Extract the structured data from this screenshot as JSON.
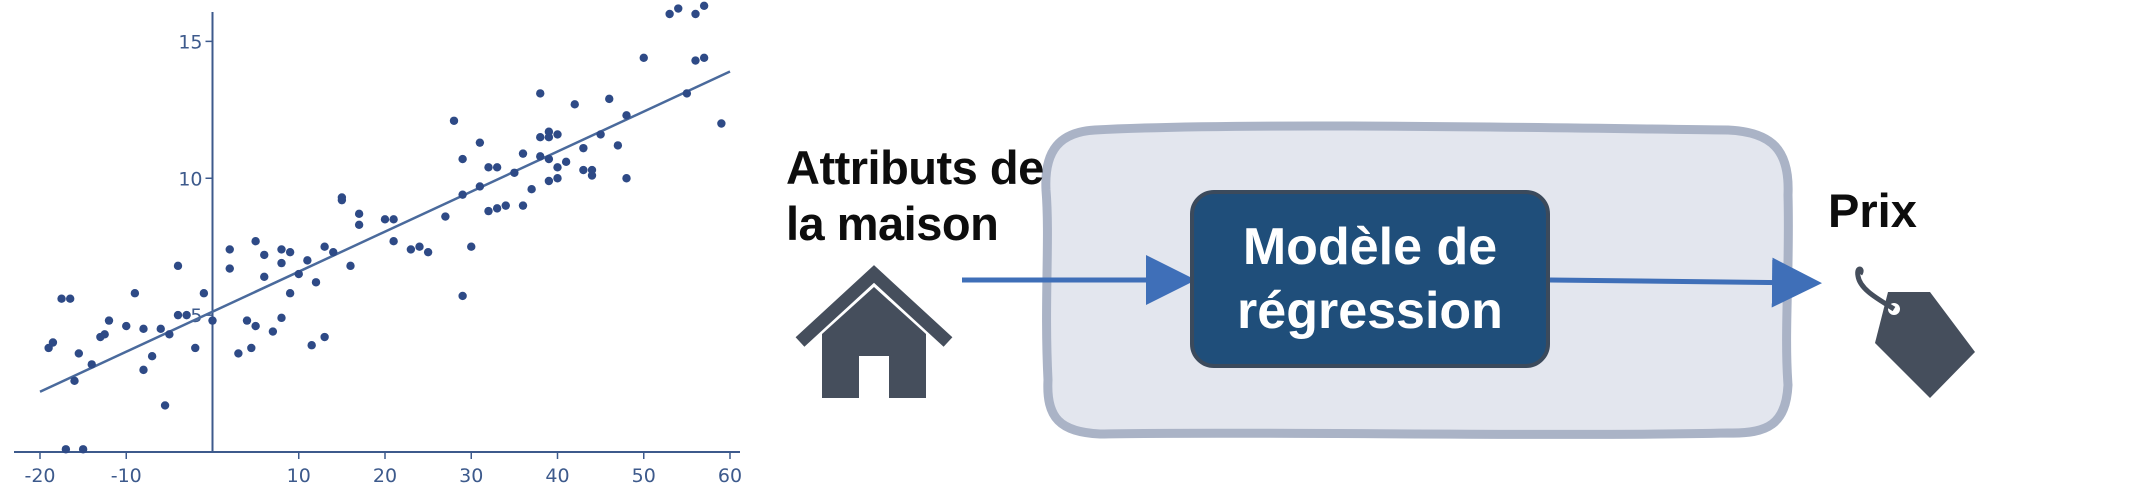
{
  "chart_data": {
    "type": "scatter",
    "xlim": [
      -20,
      60
    ],
    "ylim": [
      0,
      16
    ],
    "x_ticks": [
      "-20",
      "-10",
      "10",
      "20",
      "30",
      "40",
      "50",
      "60"
    ],
    "y_ticks": [
      "5",
      "10",
      "15"
    ],
    "grid": false,
    "point_color": "#2e4a86",
    "line_color": "#4a6a9c",
    "regression_line": {
      "x": [
        -20,
        60
      ],
      "y": [
        2.2,
        13.9
      ]
    },
    "points": [
      [
        -19,
        3.8
      ],
      [
        -18.5,
        4.0
      ],
      [
        -17.5,
        5.6
      ],
      [
        -16.5,
        5.6
      ],
      [
        -16,
        2.6
      ],
      [
        -15.5,
        3.6
      ],
      [
        -14,
        3.2
      ],
      [
        -13,
        4.2
      ],
      [
        -12.5,
        4.3
      ],
      [
        -12,
        4.8
      ],
      [
        -10,
        4.6
      ],
      [
        -9,
        5.8
      ],
      [
        -8,
        3.0
      ],
      [
        -8,
        4.5
      ],
      [
        -7,
        3.5
      ],
      [
        -6,
        4.5
      ],
      [
        -5.5,
        1.7
      ],
      [
        -5,
        4.3
      ],
      [
        -4,
        6.8
      ],
      [
        -4,
        5.0
      ],
      [
        -3,
        5.0
      ],
      [
        -2,
        3.8
      ],
      [
        -1,
        5.8
      ],
      [
        0,
        4.8
      ],
      [
        2,
        7.4
      ],
      [
        2,
        6.7
      ],
      [
        3,
        3.6
      ],
      [
        4,
        4.8
      ],
      [
        4.5,
        3.8
      ],
      [
        5,
        7.7
      ],
      [
        5,
        4.6
      ],
      [
        6,
        7.2
      ],
      [
        6,
        6.4
      ],
      [
        7,
        4.4
      ],
      [
        8,
        7.4
      ],
      [
        8,
        6.9
      ],
      [
        8,
        4.9
      ],
      [
        9,
        7.3
      ],
      [
        9,
        5.8
      ],
      [
        10,
        6.5
      ],
      [
        11,
        7.0
      ],
      [
        11.5,
        3.9
      ],
      [
        12,
        6.2
      ],
      [
        13,
        7.5
      ],
      [
        13,
        4.2
      ],
      [
        14,
        7.3
      ],
      [
        15,
        9.2
      ],
      [
        15,
        9.3
      ],
      [
        16,
        6.8
      ],
      [
        17,
        8.3
      ],
      [
        17,
        8.7
      ],
      [
        20,
        8.5
      ],
      [
        21,
        8.5
      ],
      [
        21,
        7.7
      ],
      [
        23,
        7.4
      ],
      [
        24,
        7.5
      ],
      [
        25,
        7.3
      ],
      [
        27,
        8.6
      ],
      [
        28,
        12.1
      ],
      [
        29,
        5.7
      ],
      [
        29,
        9.4
      ],
      [
        29,
        10.7
      ],
      [
        30,
        7.5
      ],
      [
        31,
        11.3
      ],
      [
        31,
        9.7
      ],
      [
        32,
        10.4
      ],
      [
        32,
        8.8
      ],
      [
        33,
        10.4
      ],
      [
        33,
        8.9
      ],
      [
        34,
        9.0
      ],
      [
        35,
        10.2
      ],
      [
        36,
        9.0
      ],
      [
        36,
        10.9
      ],
      [
        37,
        9.6
      ],
      [
        38,
        10.8
      ],
      [
        38,
        11.5
      ],
      [
        38,
        13.1
      ],
      [
        39,
        10.7
      ],
      [
        39,
        11.5
      ],
      [
        39,
        9.9
      ],
      [
        39,
        11.7
      ],
      [
        40,
        10.4
      ],
      [
        40,
        11.6
      ],
      [
        40,
        10.0
      ],
      [
        41,
        10.6
      ],
      [
        42,
        12.7
      ],
      [
        43,
        10.3
      ],
      [
        43,
        11.1
      ],
      [
        44,
        10.1
      ],
      [
        44,
        10.3
      ],
      [
        45,
        11.6
      ],
      [
        46,
        12.9
      ],
      [
        47,
        11.2
      ],
      [
        48,
        12.3
      ],
      [
        48,
        10.0
      ],
      [
        50,
        14.4
      ],
      [
        53,
        16.0
      ],
      [
        54,
        16.2
      ],
      [
        55,
        13.1
      ],
      [
        56,
        16.0
      ],
      [
        56,
        14.3
      ],
      [
        57,
        16.3
      ],
      [
        57,
        14.4
      ],
      [
        59,
        12.0
      ],
      [
        -17,
        0.1
      ],
      [
        -15,
        0.1
      ]
    ]
  },
  "diagram": {
    "input_label_line1": "Attributs de",
    "input_label_line2": "la maison",
    "model_label_line1": "Modèle de",
    "model_label_line2": "régression",
    "output_label": "Prix",
    "colors": {
      "arrow": "#3f6fb8",
      "model_fill": "#1f4e7a",
      "container_fill": "#e3e6ee",
      "container_stroke": "#aab3c6",
      "icon": "#454e5c"
    }
  }
}
